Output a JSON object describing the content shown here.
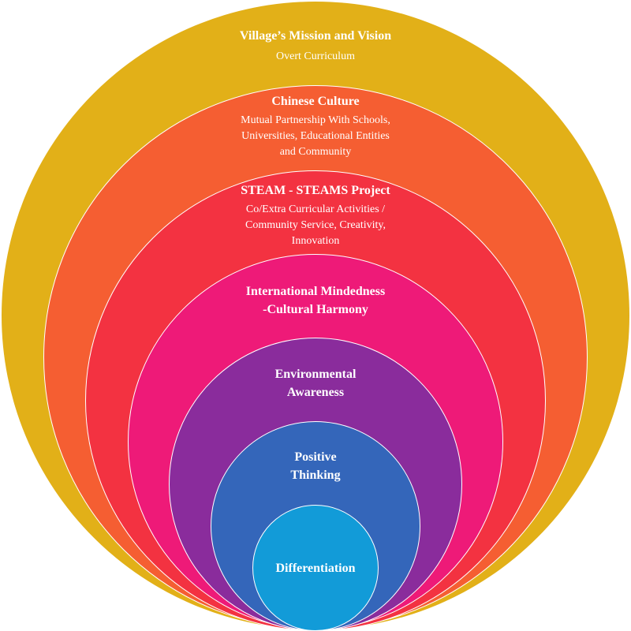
{
  "diagram": {
    "rings": [
      {
        "id": "mission",
        "title": "Village’s Mission and Vision",
        "subtitle_lines": [
          "Overt Curriculum"
        ],
        "color": "#E2B018"
      },
      {
        "id": "culture",
        "title": "Chinese Culture",
        "subtitle_lines": [
          "Mutual Partnership With Schools,",
          "Universities, Educational Entities",
          "and Community"
        ],
        "color": "#F55E32"
      },
      {
        "id": "steam",
        "title": "STEAM - STEAMS Project",
        "subtitle_lines": [
          "Co/Extra Curricular Activities /",
          "Community Service, Creativity,",
          "Innovation"
        ],
        "color": "#F33241"
      },
      {
        "id": "international",
        "title_lines": [
          "International Mindedness",
          "-Cultural Harmony"
        ],
        "color": "#EE1A78"
      },
      {
        "id": "environment",
        "title_lines": [
          "Environmental",
          "Awareness"
        ],
        "color": "#8A2C9C"
      },
      {
        "id": "positive",
        "title_lines": [
          "Positive",
          "Thinking"
        ],
        "color": "#3466BA"
      },
      {
        "id": "differentiation",
        "title": "Differentiation",
        "color": "#129BD8"
      }
    ]
  }
}
